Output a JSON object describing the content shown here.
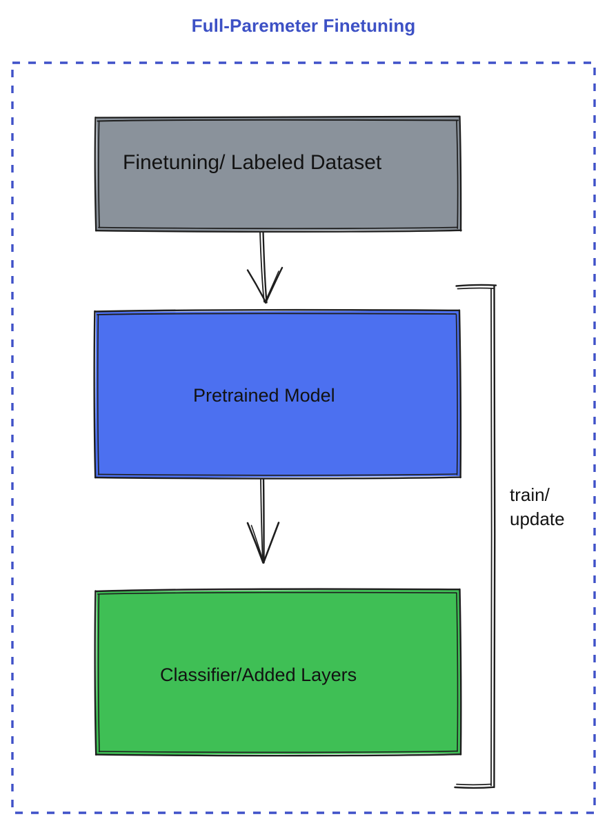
{
  "diagram": {
    "title": "Full-Paremeter Finetuning",
    "title_color": "#3d51c5",
    "background": "#ffffff",
    "frame": {
      "name": "dashed-frame",
      "style": "dashed",
      "color": "#3f51c8"
    },
    "nodes": [
      {
        "id": "dataset",
        "label": "Finetuning/ Labeled Dataset",
        "fill": "#8a929b",
        "stroke": "#1e1e1e",
        "shape": "rectangle"
      },
      {
        "id": "pretrained",
        "label": "Pretrained Model",
        "fill": "#4c70f0",
        "stroke": "#1e1e1e",
        "shape": "rectangle"
      },
      {
        "id": "classifier",
        "label": "Classifier/Added Layers",
        "fill": "#3fbf55",
        "stroke": "#1e1e1e",
        "shape": "rectangle"
      }
    ],
    "edges": [
      {
        "id": "dataset-to-pretrained",
        "from": "dataset",
        "to": "pretrained",
        "label": "",
        "arrowhead": true
      },
      {
        "id": "pretrained-to-classifier",
        "from": "pretrained",
        "to": "classifier",
        "label": "",
        "arrowhead": true
      },
      {
        "id": "classifier-to-pretrained-loop",
        "from": "classifier",
        "to": "pretrained",
        "label_line1": "train/",
        "label_line2": "update",
        "arrowhead": false
      }
    ]
  }
}
